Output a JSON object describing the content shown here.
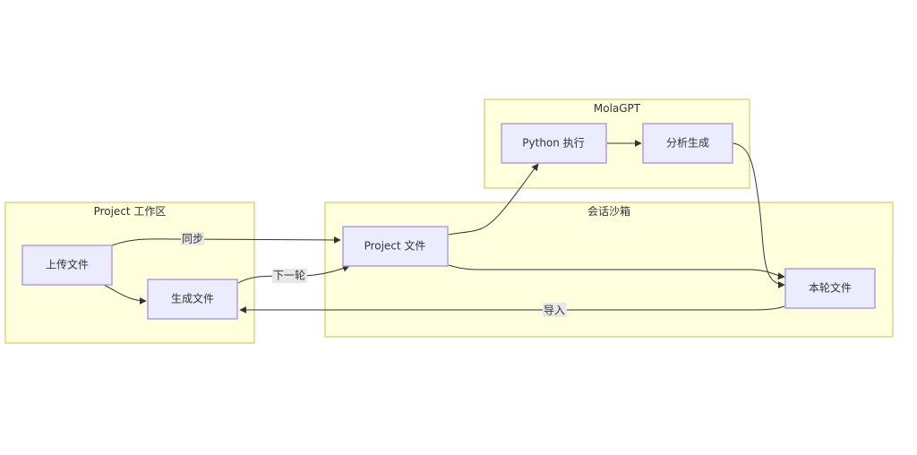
{
  "diagram": {
    "type": "flowchart",
    "clusters": [
      {
        "id": "workspace",
        "title": "Project 工作区"
      },
      {
        "id": "sandbox",
        "title": "会话沙箱"
      },
      {
        "id": "molagpt",
        "title": "MolaGPT"
      }
    ],
    "nodes": {
      "upload": "上传文件",
      "generated": "生成文件",
      "project_files": "Project 文件",
      "python_exec": "Python 执行",
      "analyze": "分析生成",
      "round_files": "本轮文件"
    },
    "edge_labels": {
      "sync": "同步",
      "next_round": "下一轮",
      "import": "导入"
    },
    "edges": [
      {
        "from": "upload",
        "to": "project_files",
        "label": "同步"
      },
      {
        "from": "upload",
        "to": "generated",
        "label": ""
      },
      {
        "from": "generated",
        "to": "project_files",
        "label": "下一轮"
      },
      {
        "from": "project_files",
        "to": "python_exec",
        "label": ""
      },
      {
        "from": "python_exec",
        "to": "analyze",
        "label": ""
      },
      {
        "from": "analyze",
        "to": "round_files",
        "label": ""
      },
      {
        "from": "project_files",
        "to": "round_files",
        "label": ""
      },
      {
        "from": "round_files",
        "to": "generated",
        "label": "导入"
      }
    ]
  }
}
